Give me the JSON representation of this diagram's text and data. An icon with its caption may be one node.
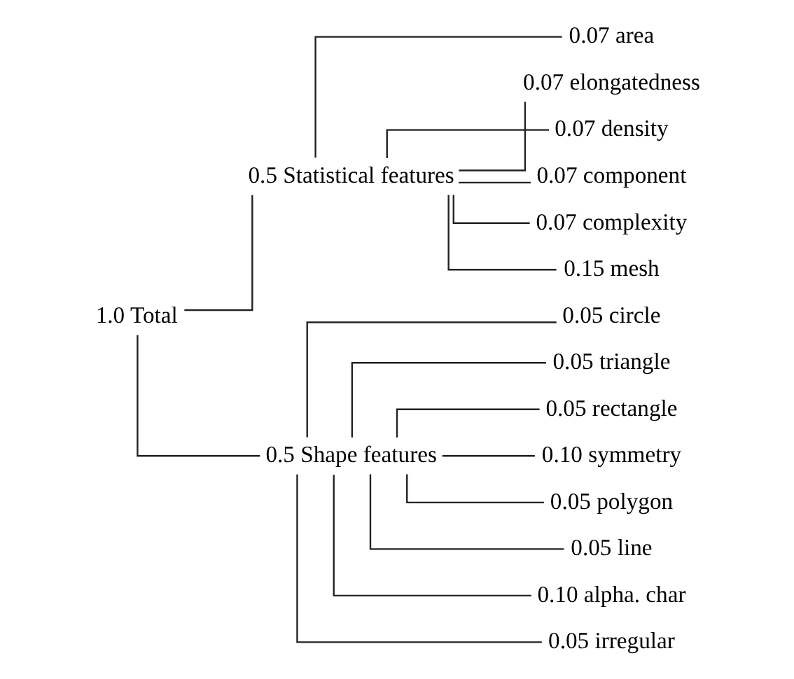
{
  "diagram": {
    "nodes": [
      {
        "text": [
          "1.0 Total"
        ]
      },
      {
        "text": [
          "0.5 Statistical features"
        ]
      },
      {
        "text": [
          "0.07 area"
        ]
      },
      {
        "text": [
          "0.07 elongatedness"
        ]
      },
      {
        "text": [
          "0.07 density"
        ]
      },
      {
        "text": [
          "0.07 component"
        ]
      },
      {
        "text": [
          "0.07 complexity"
        ]
      },
      {
        "text": [
          "0.15 mesh"
        ]
      },
      {
        "text": [
          "0.5 Shape features"
        ]
      },
      {
        "text": [
          "0.05 circle"
        ]
      },
      {
        "text": [
          "0.05 triangle"
        ]
      },
      {
        "text": [
          "0.05 rectangle"
        ]
      },
      {
        "text": [
          "0.10 symmetry"
        ]
      },
      {
        "text": [
          "0.05 polygon"
        ]
      },
      {
        "text": [
          "0.05 line"
        ]
      },
      {
        "text": [
          "0.10 alpha. char"
        ]
      },
      {
        "text": [
          "0.05 irregular"
        ]
      }
    ],
    "edges": [
      {
        "from": 0,
        "to": 1,
        "arrow": "none"
      },
      {
        "from": 1,
        "to": 2,
        "arrow": "none"
      },
      {
        "from": 1,
        "to": 3,
        "arrow": "none"
      },
      {
        "from": 1,
        "to": 4,
        "arrow": "none"
      },
      {
        "from": 1,
        "to": 5,
        "arrow": "none"
      },
      {
        "from": 1,
        "to": 6,
        "arrow": "none"
      },
      {
        "from": 1,
        "to": 7,
        "arrow": "none"
      },
      {
        "from": 0,
        "to": 8,
        "arrow": "none"
      },
      {
        "from": 8,
        "to": 9,
        "arrow": "none"
      },
      {
        "from": 8,
        "to": 10,
        "arrow": "none"
      },
      {
        "from": 8,
        "to": 11,
        "arrow": "none"
      },
      {
        "from": 8,
        "to": 12,
        "arrow": "none"
      },
      {
        "from": 8,
        "to": 13,
        "arrow": "none"
      },
      {
        "from": 8,
        "to": 14,
        "arrow": "none"
      },
      {
        "from": 8,
        "to": 15,
        "arrow": "none"
      },
      {
        "from": 8,
        "to": 16,
        "arrow": "none"
      }
    ]
  }
}
